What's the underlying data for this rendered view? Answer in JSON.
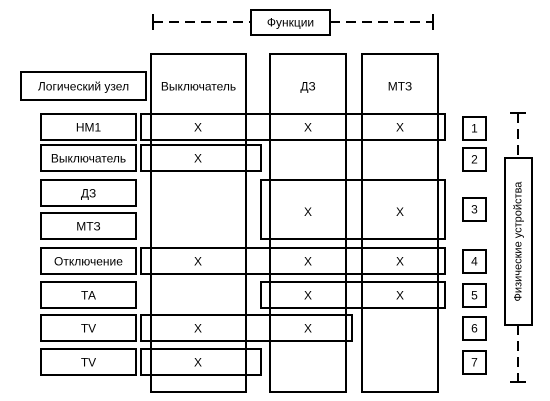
{
  "functions_label": "Функции",
  "physical_label": "Физические устройства",
  "header_label": "Логический узел",
  "columns": [
    "Выключатель",
    "ДЗ",
    "МТЗ"
  ],
  "nodes": [
    "НМ1",
    "Выключатель",
    "ДЗ",
    "МТЗ",
    "Отключение",
    "ТА",
    "TV",
    "TV"
  ],
  "mark_symbol": "X",
  "marks": [
    {
      "node_index": 0,
      "column_index": 0
    },
    {
      "node_index": 0,
      "column_index": 1
    },
    {
      "node_index": 0,
      "column_index": 2
    },
    {
      "node_index": 1,
      "column_index": 0
    },
    {
      "node_index": 2,
      "column_index": 1
    },
    {
      "node_index": 2,
      "column_index": 2
    },
    {
      "node_index": 4,
      "column_index": 0
    },
    {
      "node_index": 4,
      "column_index": 1
    },
    {
      "node_index": 4,
      "column_index": 2
    },
    {
      "node_index": 5,
      "column_index": 1
    },
    {
      "node_index": 5,
      "column_index": 2
    },
    {
      "node_index": 6,
      "column_index": 0
    },
    {
      "node_index": 6,
      "column_index": 1
    },
    {
      "node_index": 7,
      "column_index": 0
    }
  ],
  "devices": [
    "1",
    "2",
    "3",
    "4",
    "5",
    "6",
    "7"
  ]
}
